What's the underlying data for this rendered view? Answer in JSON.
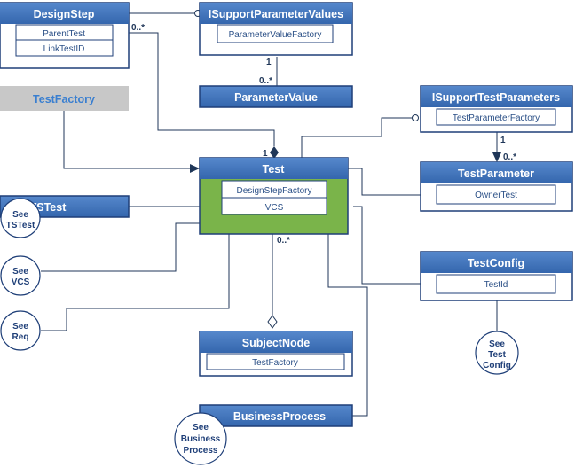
{
  "colors": {
    "class_header": "#3f72b8",
    "class_border": "#1f3f78",
    "test_body": "#7ab44a",
    "factory_header": "#c8c8c8",
    "factory_text": "#3a7fd0",
    "connector": "#1f3658"
  },
  "classes": {
    "design_step": {
      "name": "DesignStep",
      "attrs": [
        "ParentTest",
        "LinkTestID"
      ]
    },
    "i_support_parameter_values": {
      "name": "ISupportParameterValues",
      "attrs": [
        "ParameterValueFactory"
      ]
    },
    "parameter_value": {
      "name": "ParameterValue"
    },
    "test_factory": {
      "name": "TestFactory"
    },
    "i_support_test_parameters": {
      "name": "ISupportTestParameters",
      "attrs": [
        "TestParameterFactory"
      ]
    },
    "test": {
      "name": "Test",
      "attrs": [
        "DesignStepFactory",
        "VCS"
      ]
    },
    "test_parameter": {
      "name": "TestParameter",
      "attrs": [
        "OwnerTest"
      ]
    },
    "ts_test": {
      "name": "TSTest"
    },
    "test_config": {
      "name": "TestConfig",
      "attrs": [
        "TestId"
      ]
    },
    "subject_node": {
      "name": "SubjectNode",
      "attrs": [
        "TestFactory"
      ]
    },
    "business_process": {
      "name": "BusinessProcess"
    }
  },
  "see_refs": {
    "ts_test": [
      "See",
      "TSTest"
    ],
    "vcs": [
      "See",
      "VCS"
    ],
    "req": [
      "See",
      "Req"
    ],
    "test_config": [
      "See",
      "Test",
      "Config"
    ],
    "business_process": [
      "See",
      "Business",
      "Process"
    ]
  },
  "multiplicities": {
    "design_step_test": "0..*",
    "param_values_one": "1",
    "param_values_many": "0..*",
    "test_design_step_one": "1",
    "test_params_one": "1",
    "test_params_many": "0..*",
    "test_subject_many": "0..*"
  }
}
